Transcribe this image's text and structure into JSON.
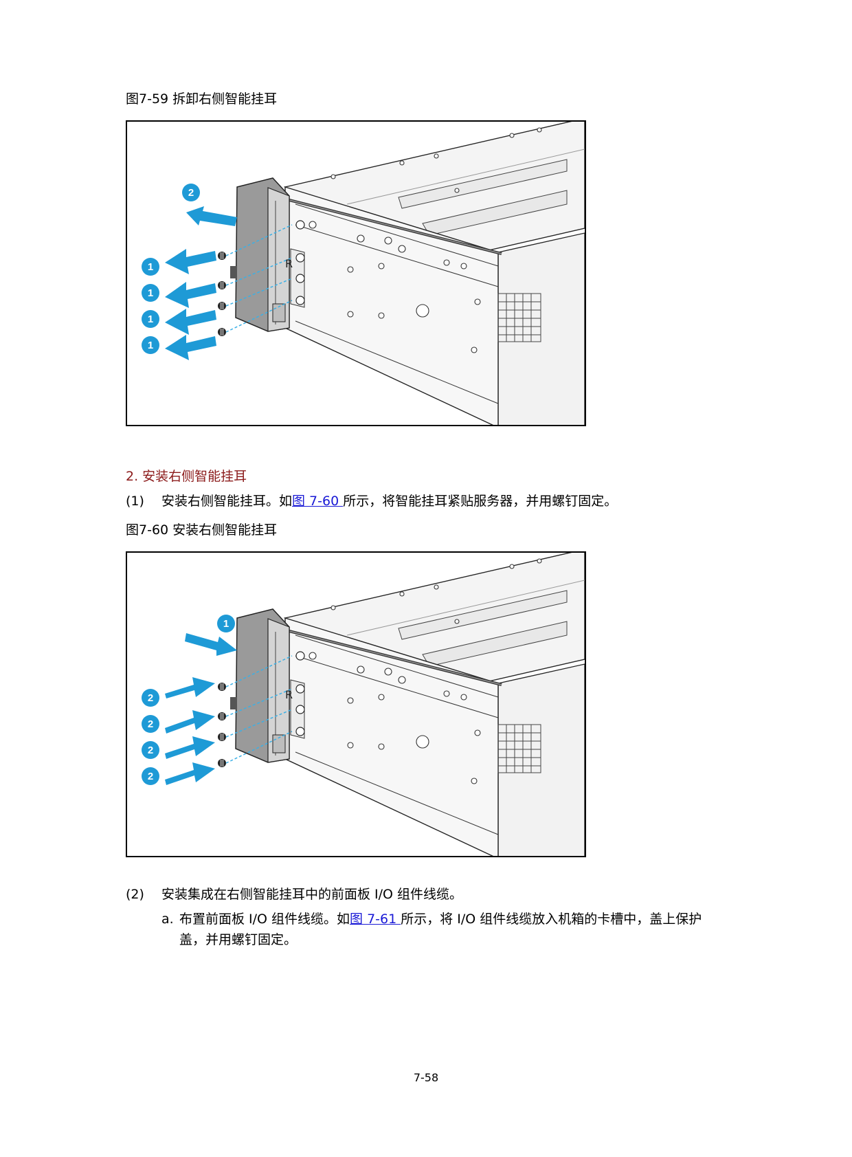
{
  "fig59": {
    "caption": "图7-59  拆卸右侧智能挂耳",
    "callouts": [
      "2",
      "1",
      "1",
      "1",
      "1"
    ],
    "panel_letter": "R"
  },
  "section": {
    "heading": "2. 安装右侧智能挂耳"
  },
  "step1": {
    "num": "(1)",
    "text_a": "安装右侧智能挂耳。如",
    "link": "图 7-60 ",
    "text_b": "所示，将智能挂耳紧贴服务器，并用螺钉固定。"
  },
  "fig60": {
    "caption": "图7-60  安装右侧智能挂耳",
    "callouts": [
      "1",
      "2",
      "2",
      "2",
      "2"
    ],
    "panel_letter": "R"
  },
  "step2": {
    "num": "(2)",
    "text": "安装集成在右侧智能挂耳中的前面板 I/O 组件线缆。"
  },
  "stepa": {
    "num": "a.",
    "text_a": "布置前面板 I/O 组件线缆。如",
    "link": "图 7-61 ",
    "text_b": "所示，将 I/O 组件线缆放入机箱的卡槽中，盖上保护",
    "text_c": "盖，并用螺钉固定。"
  },
  "footer": {
    "page_number": "7-58"
  },
  "colors": {
    "callout": "#1e9ad6",
    "heading": "#8b1a1a",
    "link": "#1a1ad6"
  }
}
